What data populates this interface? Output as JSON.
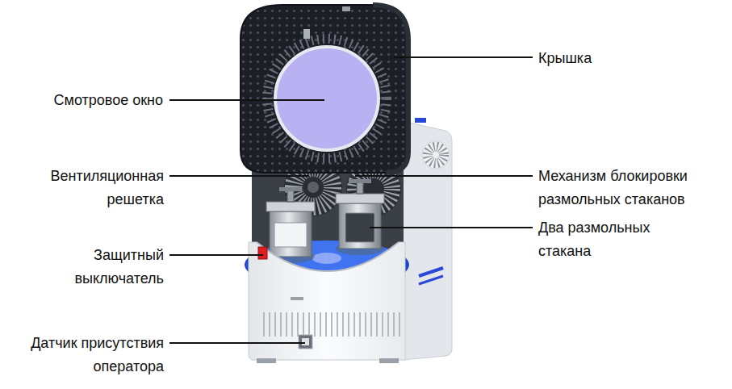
{
  "diagram": {
    "labels": [
      "Крышка",
      "Смотровое окно",
      "Вентиляционная решетка",
      "Механизм блокировки размольных стаканов",
      "Два размольных стакана",
      "Защитный выключатель",
      "Датчик присутствия оператора"
    ]
  }
}
